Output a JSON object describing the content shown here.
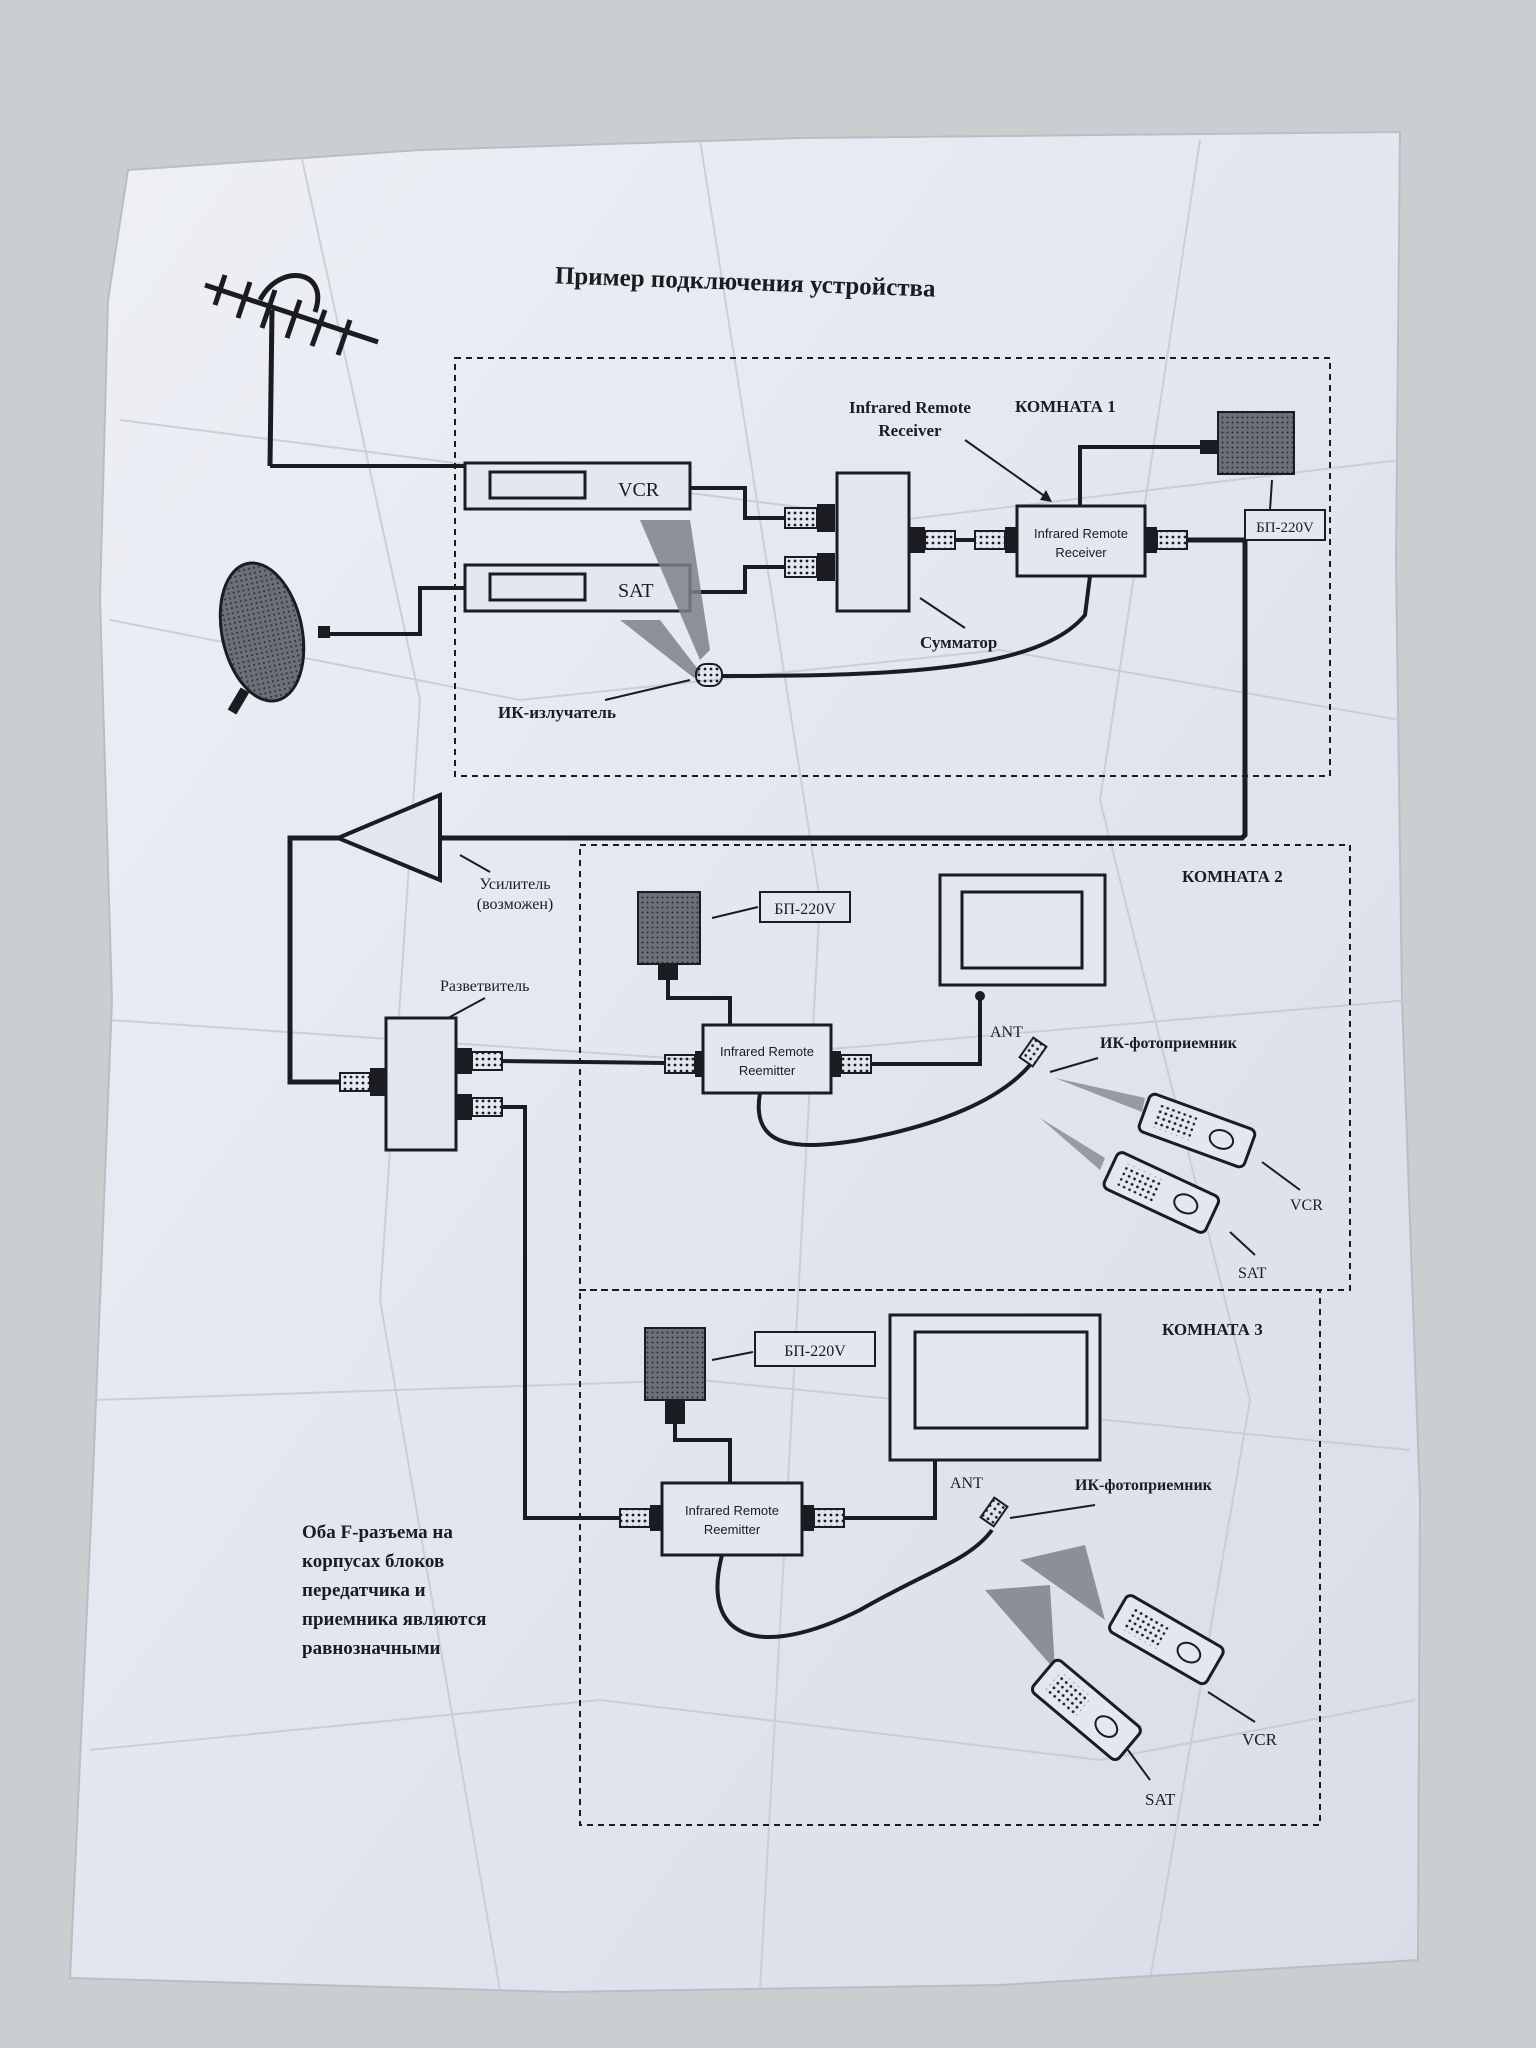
{
  "title": "Пример подключения устройства",
  "rooms": {
    "room1": "КОМНАТА 1",
    "room2": "КОМНАТА 2",
    "room3": "КОМНАТА 3"
  },
  "devices": {
    "vcr": "VCR",
    "sat": "SAT",
    "ir_receiver_label_line1": "Infrared Remote",
    "ir_receiver_label_line2": "Receiver",
    "ir_receiver_box_line1": "Infrared Remote",
    "ir_receiver_box_line2": "Receiver",
    "reemitter_line1": "Infrared Remote",
    "reemitter_line2": "Reemitter"
  },
  "labels": {
    "summator": "Сумматор",
    "ir_emitter": "ИК-излучатель",
    "psu": "БП-220V",
    "amplifier_line1": "Усилитель",
    "amplifier_line2": "(возможен)",
    "splitter": "Разветвитель",
    "ant": "ANT",
    "ir_photoreceiver": "ИК-фотоприемник",
    "remote_vcr": "VCR",
    "remote_sat": "SAT"
  },
  "note": {
    "line1": "Оба F-разъема на",
    "line2": "корпусах блоков",
    "line3": "передатчика и",
    "line4": "приемника являются",
    "line5": "равнозначными"
  },
  "colors": {
    "paper": "#e6e9f1",
    "ink": "#1a1c22",
    "background": "#c9cfd1"
  }
}
